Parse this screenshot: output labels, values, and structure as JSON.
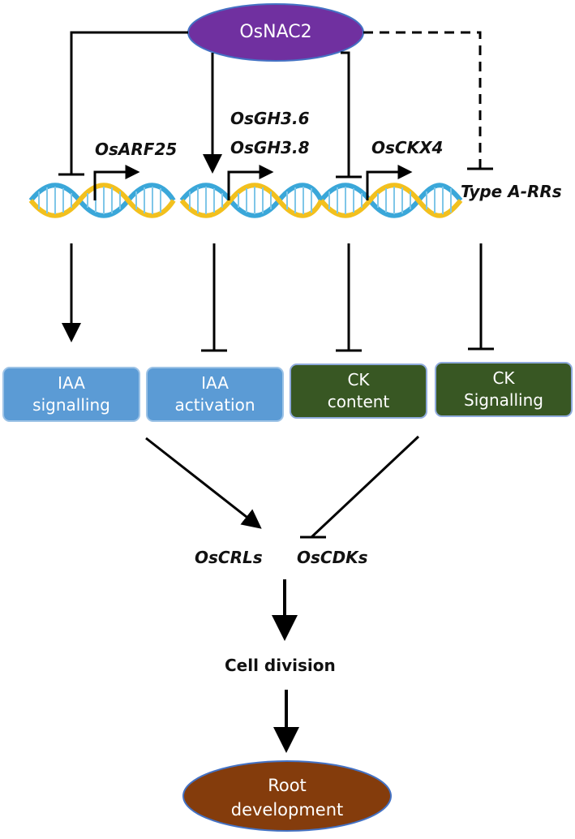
{
  "regulator": {
    "label": "OsNAC2",
    "color": "#7030a0"
  },
  "genes": {
    "arf": "OsARF25",
    "gh36": "OsGH3.6",
    "gh38": "OsGH3.8",
    "ckx": "OsCKX4",
    "typeA": "Type A-RRs"
  },
  "processes": [
    {
      "line1": "IAA",
      "line2": "signalling",
      "color": "#5b9bd5"
    },
    {
      "line1": "IAA",
      "line2": "activation",
      "color": "#5b9bd5"
    },
    {
      "line1": "CK",
      "line2": "content",
      "color": "#385723"
    },
    {
      "line1": "CK",
      "line2": "Signalling",
      "color": "#385723"
    }
  ],
  "targets": {
    "crls": "OsCRLs",
    "cdks": "OsCDKs"
  },
  "cell_division": "Cell division",
  "outcome": {
    "line1": "Root",
    "line2": "development",
    "color": "#843c0c"
  },
  "dna_colors": {
    "strand_a": "#3aa7d9",
    "strand_b": "#f2c01e"
  }
}
